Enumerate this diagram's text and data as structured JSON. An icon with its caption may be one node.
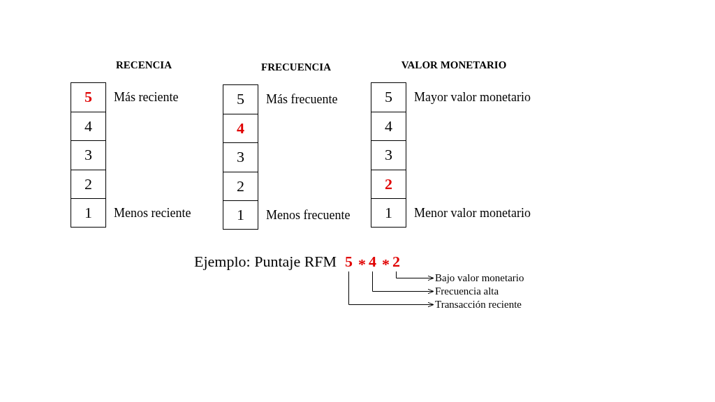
{
  "diagram": {
    "nodes": [
      {
        "text": [
          "5"
        ],
        "beside": [
          "Más reciente"
        ]
      },
      {
        "text": [
          "4"
        ]
      },
      {
        "text": [
          "3"
        ]
      },
      {
        "text": [
          "2"
        ]
      },
      {
        "text": [
          "1"
        ],
        "beside": [
          "Menos reciente"
        ]
      },
      {
        "text": [
          "5"
        ],
        "beside": [
          "Más frecuente"
        ]
      },
      {
        "text": [
          "4"
        ]
      },
      {
        "text": [
          "3"
        ]
      },
      {
        "text": [
          "2"
        ]
      },
      {
        "text": [
          "1"
        ],
        "beside": [
          "Menos frecuente"
        ]
      },
      {
        "text": [
          "5"
        ],
        "beside": [
          "Mayor valor monetario"
        ]
      },
      {
        "text": [
          "4"
        ]
      },
      {
        "text": [
          "3"
        ]
      },
      {
        "text": [
          "2"
        ]
      },
      {
        "text": [
          "1"
        ],
        "beside": [
          "Menor valor monetario"
        ]
      },
      {
        "text": [
          "5"
        ]
      },
      {
        "text": [
          "4"
        ]
      },
      {
        "text": [
          "2"
        ]
      },
      {
        "text": [
          "Bajo valor monetario"
        ]
      },
      {
        "text": [
          "Frecuencia alta"
        ]
      },
      {
        "text": [
          "Transacción reciente"
        ]
      }
    ],
    "edges": [
      {
        "from": 17,
        "to": 18,
        "arrow": "to"
      },
      {
        "from": 16,
        "to": 19,
        "arrow": "to"
      },
      {
        "from": 15,
        "to": 20,
        "arrow": "to"
      }
    ],
    "labels": [
      "RECENCIA",
      "FRECUENCIA",
      "VALOR MONETARIO",
      "Ejemplo: Puntaje RFM",
      "*",
      "*"
    ]
  }
}
